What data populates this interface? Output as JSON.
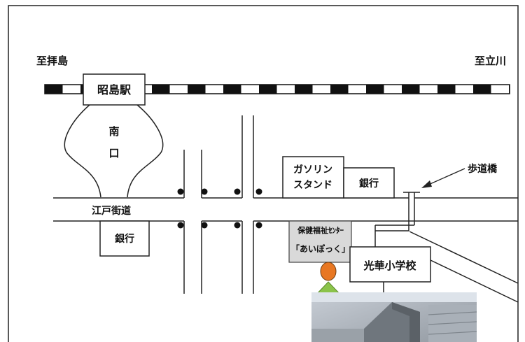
{
  "directions": {
    "west": "至拝島",
    "east": "至立川"
  },
  "station": {
    "name": "昭島駅",
    "exit_top": "南",
    "exit_bottom": "口"
  },
  "roads": {
    "main": "江戸街道"
  },
  "places": {
    "gas_line1": "ガソリン",
    "gas_line2": "スタンド",
    "bank_north": "銀行",
    "bank_south": "銀行",
    "footbridge": "歩道橋",
    "center_line1": "保健福祉ｾﾝﾀｰ",
    "center_line2": "「あいぽっく」",
    "school": "光華小学校"
  },
  "colors": {
    "marker_person": "#e87722",
    "marker_arrow": "#8bc34a",
    "center_fill": "#d9d9d9"
  }
}
